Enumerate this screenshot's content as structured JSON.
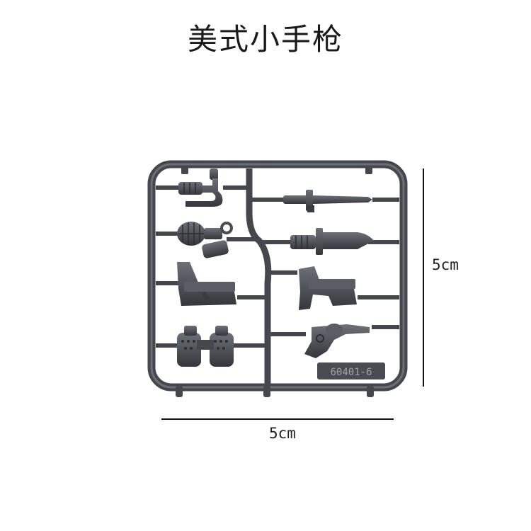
{
  "title": "美式小手枪",
  "dimensions": {
    "height_label": "5cm",
    "width_label": "5cm"
  },
  "part_code": "60401-6",
  "colors": {
    "plastic": "#4e5056",
    "plastic_dark": "#2f3136",
    "plastic_light": "#7a7d84",
    "background": "#ffffff"
  },
  "items": [
    "grenade-handle",
    "knife",
    "hand-grenade",
    "combat-knife",
    "pistol-left",
    "pistol-right",
    "binoculars",
    "revolver"
  ]
}
